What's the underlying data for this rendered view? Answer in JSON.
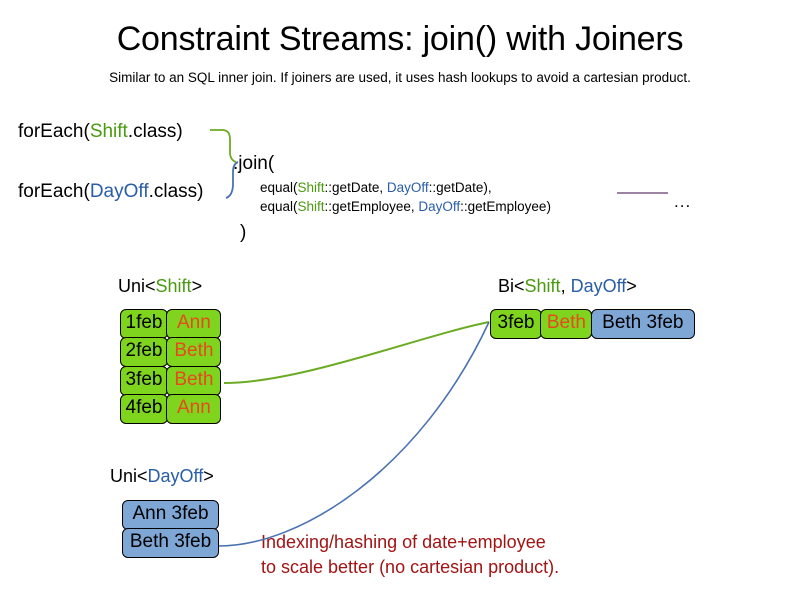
{
  "header": {
    "title": "Constraint Streams: join() with Joiners",
    "subtitle": "Similar to an SQL inner join. If joiners are used, it uses hash lookups to avoid a cartesian product."
  },
  "code": {
    "foreach_shift": {
      "prefix": "forEach(",
      "type": "Shift",
      "suffix": ".class)"
    },
    "foreach_dayoff": {
      "prefix": "forEach(",
      "type": "DayOff",
      "suffix": ".class)"
    },
    "join_open": ".join(",
    "join_close": ")",
    "joiners": [
      {
        "fn": "equal(",
        "left_type": "Shift",
        "left_method": "::getDate",
        "sep": ", ",
        "right_type": "DayOff",
        "right_method": "::getDate",
        "tail": "),"
      },
      {
        "fn": "equal(",
        "left_type": "Shift",
        "left_method": "::getEmployee",
        "sep": ", ",
        "right_type": "DayOff",
        "right_method": "::getEmployee",
        "tail": ")"
      }
    ],
    "ellipsis": "..."
  },
  "labels": {
    "uni_shift": {
      "prefix": "Uni<",
      "type": "Shift",
      "suffix": ">"
    },
    "bi": {
      "prefix": "Bi<",
      "type_a": "Shift",
      "sep": ", ",
      "type_b": "DayOff",
      "suffix": ">"
    },
    "uni_dayoff": {
      "prefix": "Uni<",
      "type": "DayOff",
      "suffix": ">"
    }
  },
  "uni_shift_rows": [
    {
      "date": "1feb",
      "name": "Ann"
    },
    {
      "date": "2feb",
      "name": "Beth"
    },
    {
      "date": "3feb",
      "name": "Beth"
    },
    {
      "date": "4feb",
      "name": "Ann"
    }
  ],
  "bi_row": {
    "date": "3feb",
    "name": "Beth",
    "pair": "Beth 3feb"
  },
  "uni_dayoff_rows": [
    {
      "pair": "Ann 3feb"
    },
    {
      "pair": "Beth 3feb"
    }
  ],
  "annotation": {
    "line1": "Indexing/hashing of date+employee",
    "line2": "to scale better (no cartesian product)."
  },
  "colors": {
    "shift_green": "#4a9a10",
    "dayoff_blue": "#2a5da8",
    "box_green": "#7fd41e",
    "box_blue": "#7ea7d6",
    "name_orange": "#e8491d",
    "annotation_red": "#a11414",
    "wire_green": "#6cab24",
    "wire_blue": "#4a72b0",
    "rule_purple": "#7a5a82"
  }
}
